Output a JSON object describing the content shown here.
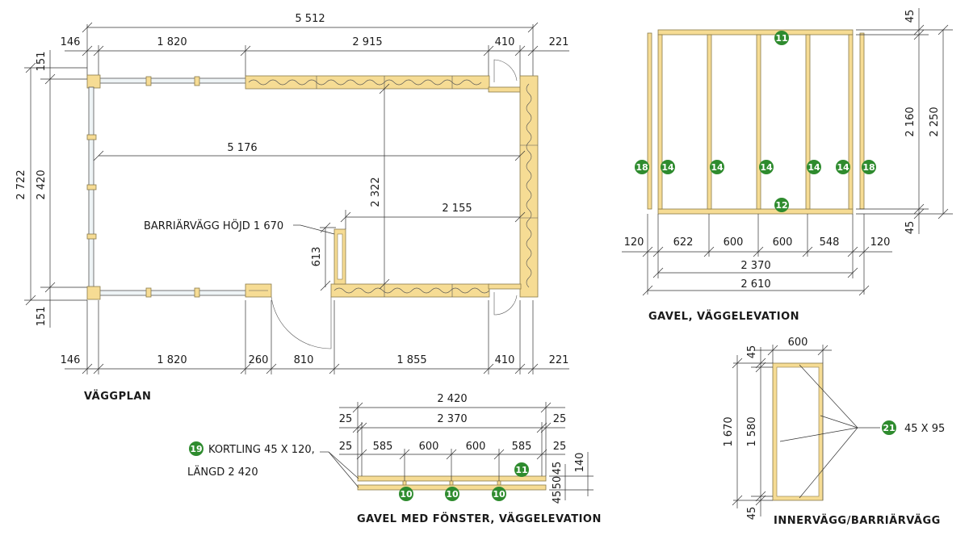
{
  "colors": {
    "wood": "#f6dc94",
    "wood_stroke": "#8a7a4a",
    "badge": "#2e8b2e",
    "line": "#333333"
  },
  "floor_plan": {
    "title": "VÄGGPLAN",
    "dims_top": [
      "146",
      "1 820",
      "2 915",
      "410",
      "221"
    ],
    "dim_total_top": "5 512",
    "dims_bottom": [
      "146",
      "1 820",
      "260",
      "810",
      "1 855",
      "410",
      "221"
    ],
    "dims_left_outer": "2 722",
    "dims_left_inner": "2 420",
    "dim_left_top": "151",
    "dim_left_bottom": "151",
    "dim_inner_width": "5 176",
    "dim_inner_height": "2 322",
    "dim_partition_offset": "2 155",
    "dim_partition_width": "613",
    "partition_label": "BARRIÄRVÄGG HÖJD 1 670"
  },
  "gable_elevation": {
    "title": "GAVEL, VÄGGELEVATION",
    "dim_top": "45",
    "dim_bottom": "45",
    "dim_inner_height": "2 160",
    "dim_outer_height": "2 250",
    "dims_bottom": [
      "120",
      "622",
      "600",
      "600",
      "548",
      "120"
    ],
    "dim_inner_width": "2 370",
    "dim_outer_width": "2 610",
    "badges": {
      "top": "11",
      "bottom": "12",
      "side_left": "18",
      "side_right": "18",
      "studs": [
        "14",
        "14",
        "14",
        "14",
        "14"
      ]
    }
  },
  "window_gable": {
    "title": "GAVEL MED FÖNSTER, VÄGGELEVATION",
    "dim_outer": "2 420",
    "dim_inner": "2 370",
    "dim_edge_25": "25",
    "dims_spacing": [
      "585",
      "600",
      "600",
      "585"
    ],
    "dims_heights": [
      "45",
      "50",
      "45"
    ],
    "dim_total_height": "140",
    "badge_top": "11",
    "badges_bottom": [
      "10",
      "10",
      "10"
    ],
    "note_badge": "19",
    "note_line1": "KORTLING 45 X 120,",
    "note_line2": "LÄNGD 2 420"
  },
  "barrier_wall": {
    "title": "INNERVÄGG/BARRIÄRVÄGG",
    "dim_width": "600",
    "dim_outer_height": "1 670",
    "dim_inner_height": "1 580",
    "dim_top": "45",
    "dim_bottom": "45",
    "badge": "21",
    "badge_label": "45 X 95"
  }
}
